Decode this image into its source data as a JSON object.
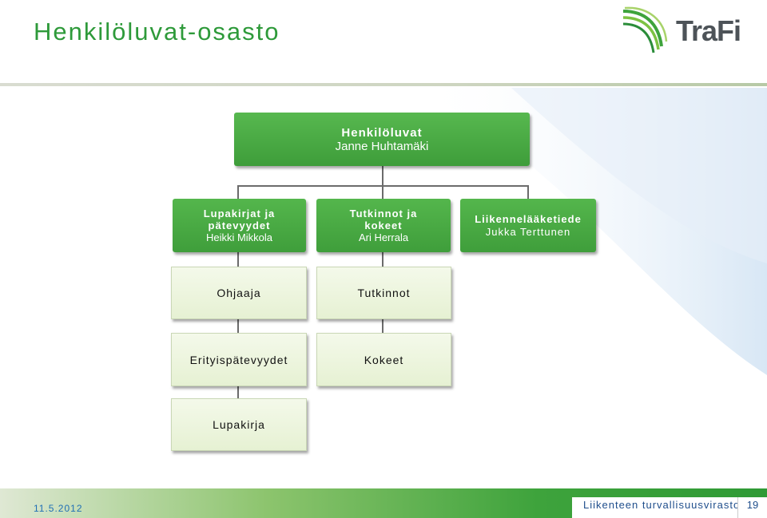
{
  "slide": {
    "title": "Henkilöluvat-osasto",
    "logo_text": "TraFi"
  },
  "org_chart": {
    "root": {
      "title": "Henkilöluvat",
      "person": "Janne Huhtamäki"
    },
    "units": [
      {
        "title_line1": "Lupakirjat ja",
        "title_line2": "pätevyydet",
        "person": "Heikki Mikkola"
      },
      {
        "title_line1": "Tutkinnot ja",
        "title_line2": "kokeet",
        "person": "Ari Herrala"
      },
      {
        "title_line1": "Liikennelääketiede",
        "title_line2": "",
        "person": "Jukka Terttunen"
      }
    ],
    "subunits": {
      "col1": [
        "Ohjaaja",
        "Erityispätevyydet",
        "Lupakirja"
      ],
      "col2": [
        "Tutkinnot",
        "Kokeet"
      ]
    }
  },
  "footer": {
    "date": "11.5.2012",
    "agency": "Liikenteen turvallisuusvirasto",
    "page": "19"
  },
  "colors": {
    "title": "#2e9a3a",
    "box_green": "#4aab44",
    "leaf_bg": "#eaf3da",
    "footer_text": "#1f4e8c"
  }
}
